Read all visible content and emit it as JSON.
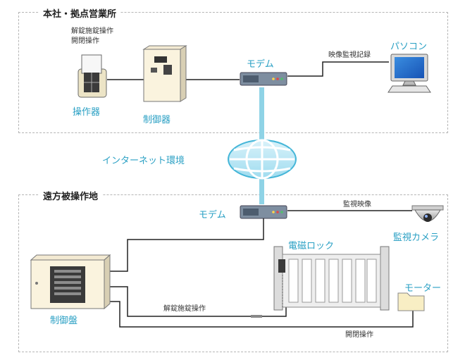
{
  "sections": {
    "headquarters": "本社・拠点営業所",
    "remote": "遠方被操作地"
  },
  "devices": {
    "operator": "操作器",
    "controller": "制御器",
    "modem_top": "モデム",
    "pc": "パソコン",
    "internet": "インターネット環境",
    "modem_bottom": "モデム",
    "camera": "監視カメラ",
    "electric_lock": "電磁ロック",
    "motor": "モーター",
    "control_panel": "制御盤"
  },
  "annotations": {
    "operator_note_1": "解錠施錠操作",
    "operator_note_2": "開閉操作",
    "record": "映像監視記録",
    "monitor_video": "監視映像",
    "lock_op": "解錠施錠操作",
    "open_close_op": "開閉操作"
  },
  "colors": {
    "label": "#2aa0c4",
    "network": "#8fd3e6"
  }
}
